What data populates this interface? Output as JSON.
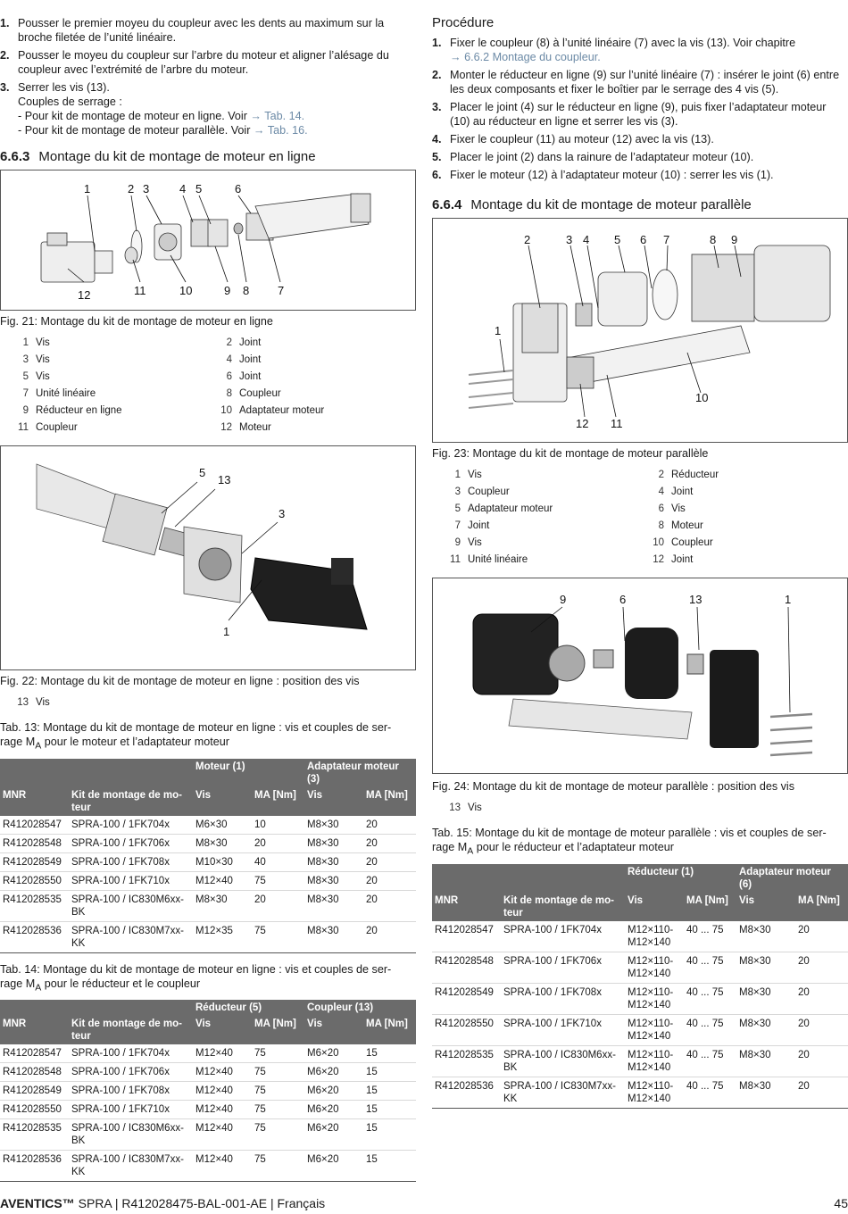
{
  "left": {
    "steps": [
      {
        "n": "1.",
        "text": "Pousser le premier moyeu du coupleur avec les dents au maximum sur la broche filetée de l’unité linéaire."
      },
      {
        "n": "2.",
        "text": "Pousser le moyeu du coupleur sur l’arbre du moteur et aligner l’alésage du coupleur avec l’extrémité de l’arbre du moteur."
      },
      {
        "n": "3.",
        "text": "Serrer les vis (13).",
        "sub": [
          "Couples de serrage :",
          "- Pour kit de montage de moteur en ligne. Voir ",
          "- Pour kit de montage de moteur parallèle. Voir "
        ],
        "links": [
          "→ Tab. 14.",
          "→ Tab. 16."
        ]
      }
    ],
    "section": {
      "num": "6.6.3",
      "title": "Montage du kit de montage de moteur en ligne"
    },
    "fig21": {
      "top_labels": [
        "1",
        "2",
        "3",
        "4",
        "5",
        "6"
      ],
      "bottom_labels": [
        "12",
        "11",
        "10",
        "9",
        "8",
        "7"
      ],
      "caption": "Fig. 21: Montage du kit de montage de moteur en ligne"
    },
    "legend21": [
      {
        "k": "1",
        "v": "Vis"
      },
      {
        "k": "2",
        "v": "Joint"
      },
      {
        "k": "3",
        "v": "Vis"
      },
      {
        "k": "4",
        "v": "Joint"
      },
      {
        "k": "5",
        "v": "Vis"
      },
      {
        "k": "6",
        "v": "Joint"
      },
      {
        "k": "7",
        "v": "Unité linéaire"
      },
      {
        "k": "8",
        "v": "Coupleur"
      },
      {
        "k": "9",
        "v": "Réducteur en ligne"
      },
      {
        "k": "10",
        "v": "Adaptateur moteur"
      },
      {
        "k": "11",
        "v": "Coupleur"
      },
      {
        "k": "12",
        "v": "Moteur"
      }
    ],
    "fig22": {
      "labels": [
        "5",
        "13",
        "3",
        "1"
      ],
      "caption": "Fig. 22: Montage du kit de montage de moteur en ligne : position des vis",
      "legend": [
        {
          "k": "13",
          "v": "Vis"
        }
      ]
    },
    "tab13": {
      "caption_a": "Tab. 13: Montage du kit de montage de moteur en ligne : vis et couples de ser-",
      "caption_b": "rage M",
      "caption_sub": "A",
      "caption_c": " pour le moteur et l’adaptateur moteur",
      "group1": "Moteur (1)",
      "group2": "Adaptateur moteur (3)",
      "headers": [
        "MNR",
        "Kit de montage de mo-teur",
        "Vis",
        "MA [Nm]",
        "Vis",
        "MA [Nm]"
      ],
      "rows": [
        [
          "R412028547",
          "SPRA-100 / 1FK704x",
          "M6×30",
          "10",
          "M8×30",
          "20"
        ],
        [
          "R412028548",
          "SPRA-100 / 1FK706x",
          "M8×30",
          "20",
          "M8×30",
          "20"
        ],
        [
          "R412028549",
          "SPRA-100 / 1FK708x",
          "M10×30",
          "40",
          "M8×30",
          "20"
        ],
        [
          "R412028550",
          "SPRA-100 / 1FK710x",
          "M12×40",
          "75",
          "M8×30",
          "20"
        ],
        [
          "R412028535",
          "SPRA-100 / IC830M6xx-BK",
          "M8×30",
          "20",
          "M8×30",
          "20"
        ],
        [
          "R412028536",
          "SPRA-100 / IC830M7xx-KK",
          "M12×35",
          "75",
          "M8×30",
          "20"
        ]
      ]
    },
    "tab14": {
      "caption_a": "Tab. 14: Montage du kit de montage de moteur en ligne : vis et couples de ser-",
      "caption_b": "rage M",
      "caption_sub": "A",
      "caption_c": " pour le réducteur et le coupleur",
      "group1": "Réducteur (5)",
      "group2": "Coupleur (13)",
      "headers": [
        "MNR",
        "Kit de montage de mo-teur",
        "Vis",
        "MA [Nm]",
        "Vis",
        "MA [Nm]"
      ],
      "rows": [
        [
          "R412028547",
          "SPRA-100 / 1FK704x",
          "M12×40",
          "75",
          "M6×20",
          "15"
        ],
        [
          "R412028548",
          "SPRA-100 / 1FK706x",
          "M12×40",
          "75",
          "M6×20",
          "15"
        ],
        [
          "R412028549",
          "SPRA-100 / 1FK708x",
          "M12×40",
          "75",
          "M6×20",
          "15"
        ],
        [
          "R412028550",
          "SPRA-100 / 1FK710x",
          "M12×40",
          "75",
          "M6×20",
          "15"
        ],
        [
          "R412028535",
          "SPRA-100 / IC830M6xx-BK",
          "M12×40",
          "75",
          "M6×20",
          "15"
        ],
        [
          "R412028536",
          "SPRA-100 / IC830M7xx-KK",
          "M12×40",
          "75",
          "M6×20",
          "15"
        ]
      ]
    }
  },
  "right": {
    "procedure_title": "Procédure",
    "steps": [
      {
        "n": "1.",
        "text": "Fixer le coupleur (8) à l’unité linéaire (7) avec la vis (13). Voir chapitre",
        "link": "→ 6.6.2 Montage du coupleur."
      },
      {
        "n": "2.",
        "text": "Monter le réducteur en ligne (9) sur l’unité linéaire (7) : insérer le joint (6) entre les deux composants et fixer le boîtier par le serrage des 4 vis (5)."
      },
      {
        "n": "3.",
        "text": "Placer le joint (4) sur le réducteur en ligne (9), puis fixer l’adaptateur moteur (10) au réducteur en ligne et serrer les vis (3)."
      },
      {
        "n": "4.",
        "text": "Fixer le coupleur (11) au moteur (12) avec la vis (13)."
      },
      {
        "n": "5.",
        "text": "Placer le joint (2) dans la rainure de l’adaptateur moteur (10)."
      },
      {
        "n": "6.",
        "text": "Fixer le moteur (12) à l’adaptateur moteur (10) : serrer les vis (1)."
      }
    ],
    "section": {
      "num": "6.6.4",
      "title": "Montage du kit de montage de moteur parallèle"
    },
    "fig23": {
      "top_labels": [
        "2",
        "3",
        "4",
        "5",
        "6",
        "7",
        "8",
        "9"
      ],
      "side_labels": [
        "1",
        "10",
        "12",
        "11"
      ],
      "caption": "Fig. 23: Montage du kit de montage de moteur parallèle"
    },
    "legend23": [
      {
        "k": "1",
        "v": "Vis"
      },
      {
        "k": "2",
        "v": "Réducteur"
      },
      {
        "k": "3",
        "v": "Coupleur"
      },
      {
        "k": "4",
        "v": "Joint"
      },
      {
        "k": "5",
        "v": "Adaptateur moteur"
      },
      {
        "k": "6",
        "v": "Vis"
      },
      {
        "k": "7",
        "v": "Joint"
      },
      {
        "k": "8",
        "v": "Moteur"
      },
      {
        "k": "9",
        "v": "Vis"
      },
      {
        "k": "10",
        "v": "Coupleur"
      },
      {
        "k": "11",
        "v": "Unité linéaire"
      },
      {
        "k": "12",
        "v": "Joint"
      }
    ],
    "fig24": {
      "labels": [
        "9",
        "6",
        "13",
        "1"
      ],
      "caption": "Fig. 24: Montage du kit de montage de moteur parallèle : position des vis",
      "legend": [
        {
          "k": "13",
          "v": "Vis"
        }
      ]
    },
    "tab15": {
      "caption_a": "Tab. 15: Montage du kit de montage de moteur parallèle : vis et couples de ser-",
      "caption_b": "rage M",
      "caption_sub": "A",
      "caption_c": " pour le réducteur et l’adaptateur moteur",
      "group1": "Réducteur (1)",
      "group2": "Adaptateur moteur (6)",
      "headers": [
        "MNR",
        "Kit de montage de mo-teur",
        "Vis",
        "MA [Nm]",
        "Vis",
        "MA [Nm]"
      ],
      "rows": [
        [
          "R412028547",
          "SPRA-100 / 1FK704x",
          "M12×110-M12×140",
          "40 ... 75",
          "M8×30",
          "20"
        ],
        [
          "R412028548",
          "SPRA-100 / 1FK706x",
          "M12×110-M12×140",
          "40 ... 75",
          "M8×30",
          "20"
        ],
        [
          "R412028549",
          "SPRA-100 / 1FK708x",
          "M12×110-M12×140",
          "40 ... 75",
          "M8×30",
          "20"
        ],
        [
          "R412028550",
          "SPRA-100 / 1FK710x",
          "M12×110-M12×140",
          "40 ... 75",
          "M8×30",
          "20"
        ],
        [
          "R412028535",
          "SPRA-100 / IC830M6xx-BK",
          "M12×110-M12×140",
          "40 ... 75",
          "M8×30",
          "20"
        ],
        [
          "R412028536",
          "SPRA-100 / IC830M7xx-KK",
          "M12×110-M12×140",
          "40 ... 75",
          "M8×30",
          "20"
        ]
      ]
    }
  },
  "footer": {
    "brand": "AVENTICS™",
    "text": " SPRA | R412028475-BAL-001-AE | Français",
    "page": "45"
  }
}
